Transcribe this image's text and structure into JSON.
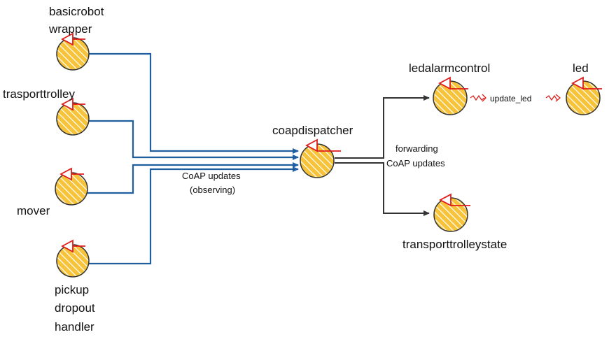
{
  "colors": {
    "node_fill": "#f6c33a",
    "node_hatch": "#ffffff",
    "node_stroke": "#333333",
    "flag_red": "#e01b1b",
    "link_blue": "#1f5fa0",
    "link_dark": "#333333",
    "event_red": "#e01b1b"
  },
  "nodes": {
    "basicrobot": {
      "label_line1": "basicrobot",
      "label_line2": "wrapper"
    },
    "trasporttrolley": {
      "label": "trasporttrolley"
    },
    "mover": {
      "label": "mover"
    },
    "pickup": {
      "label_line1": "pickup",
      "label_line2": "dropout",
      "label_line3": "handler"
    },
    "coapdispatcher": {
      "label": "coapdispatcher"
    },
    "ledalarmcontrol": {
      "label": "ledalarmcontrol"
    },
    "led": {
      "label": "led"
    },
    "transporttrolleystate": {
      "label": "transporttrolleystate"
    }
  },
  "edge_labels": {
    "coap_updates_line1": "CoAP updates",
    "coap_updates_line2": "(observing)",
    "forwarding_line1": "forwarding",
    "forwarding_line2": "CoAP updates",
    "update_led": "update_led"
  }
}
